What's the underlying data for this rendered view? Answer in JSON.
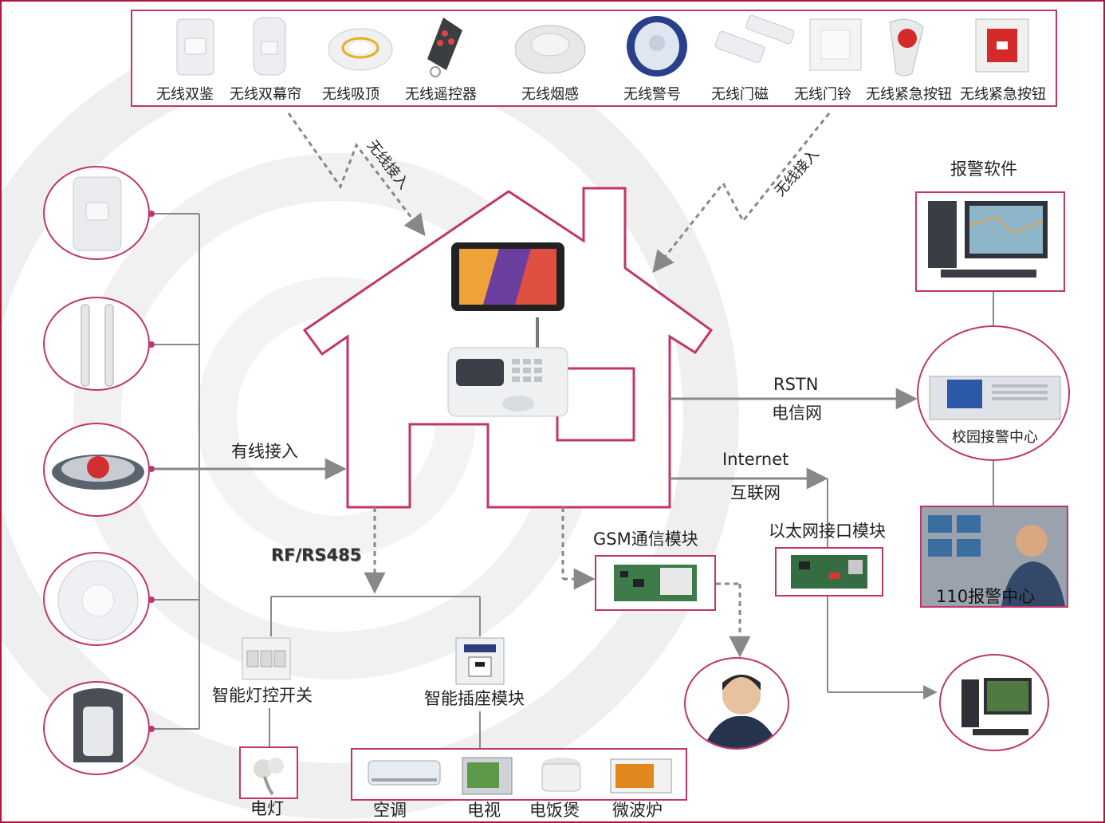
{
  "top_devices": [
    {
      "label": "无线双鉴",
      "icon": "pir-detector-icon"
    },
    {
      "label": "无线双幕帘",
      "icon": "curtain-detector-icon"
    },
    {
      "label": "无线吸顶",
      "icon": "ceiling-detector-icon"
    },
    {
      "label": "无线遥控器",
      "icon": "remote-control-icon"
    },
    {
      "label": "无线烟感",
      "icon": "smoke-detector-icon"
    },
    {
      "label": "无线警号",
      "icon": "siren-icon"
    },
    {
      "label": "无线门磁",
      "icon": "door-magnet-icon"
    },
    {
      "label": "无线门铃",
      "icon": "doorbell-icon"
    },
    {
      "label": "无线紧急按钮",
      "icon": "panic-button-icon"
    },
    {
      "label": "无线紧急按钮",
      "icon": "panic-button-wall-icon"
    }
  ],
  "wireless_left": "无线接入",
  "wireless_right": "无线接入",
  "wired_label": "有线接入",
  "rf_label": "RF/RS485",
  "rstn_label": "RSTN",
  "telecom_label": "电信网",
  "internet_label": "Internet",
  "internet_cn_label": "互联网",
  "gsm_label": "GSM通信模块",
  "ethernet_label": "以太网接口模块",
  "alarm_software_label": "报警软件",
  "campus_center_label": "校园接警中心",
  "police_center_label": "110报警中心",
  "light_switch_label": "智能灯控开关",
  "socket_label": "智能插座模块",
  "appliances": [
    "空调",
    "电视",
    "电饭煲",
    "微波炉"
  ],
  "lamp_label": "电灯",
  "left_sensors": [
    "pir-detector-icon",
    "beam-detector-icon",
    "glass-break-detector-icon",
    "ceiling-detector-icon",
    "outdoor-detector-icon"
  ],
  "colors": {
    "accent": "#c0366a",
    "line": "#888888",
    "frame": "#b0163a"
  }
}
